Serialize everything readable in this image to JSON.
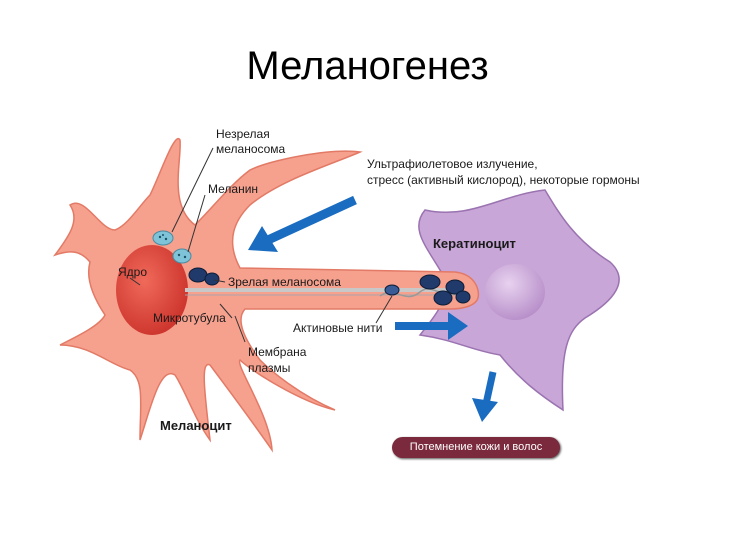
{
  "title": "Меланогенез",
  "labels": {
    "immature_melanosome_line1": "Незрелая",
    "immature_melanosome_line2": "меланосома",
    "melanin": "Меланин",
    "nucleus": "Ядро",
    "mature_melanosome": "Зрелая меланосома",
    "microtubule": "Микротубула",
    "actin_filaments": "Актиновые нити",
    "plasma_membrane_line1": "Мембрана",
    "plasma_membrane_line2": "плазмы",
    "melanocyte": "Меланоцит",
    "keratinocyte": "Кератиноцит",
    "uv_line1": "Ультрафиолетовое излучение,",
    "uv_line2": "стресс (активный кислород), некоторые гормоны",
    "result": "Потемнение кожи и волос"
  },
  "colors": {
    "melanocyte_fill": "#f6a08e",
    "nucleus_fill": "#e0453a",
    "keratinocyte_fill": "#c9a6d8",
    "arrow_blue": "#1a6cc0",
    "result_badge": "#7a2a3c"
  }
}
